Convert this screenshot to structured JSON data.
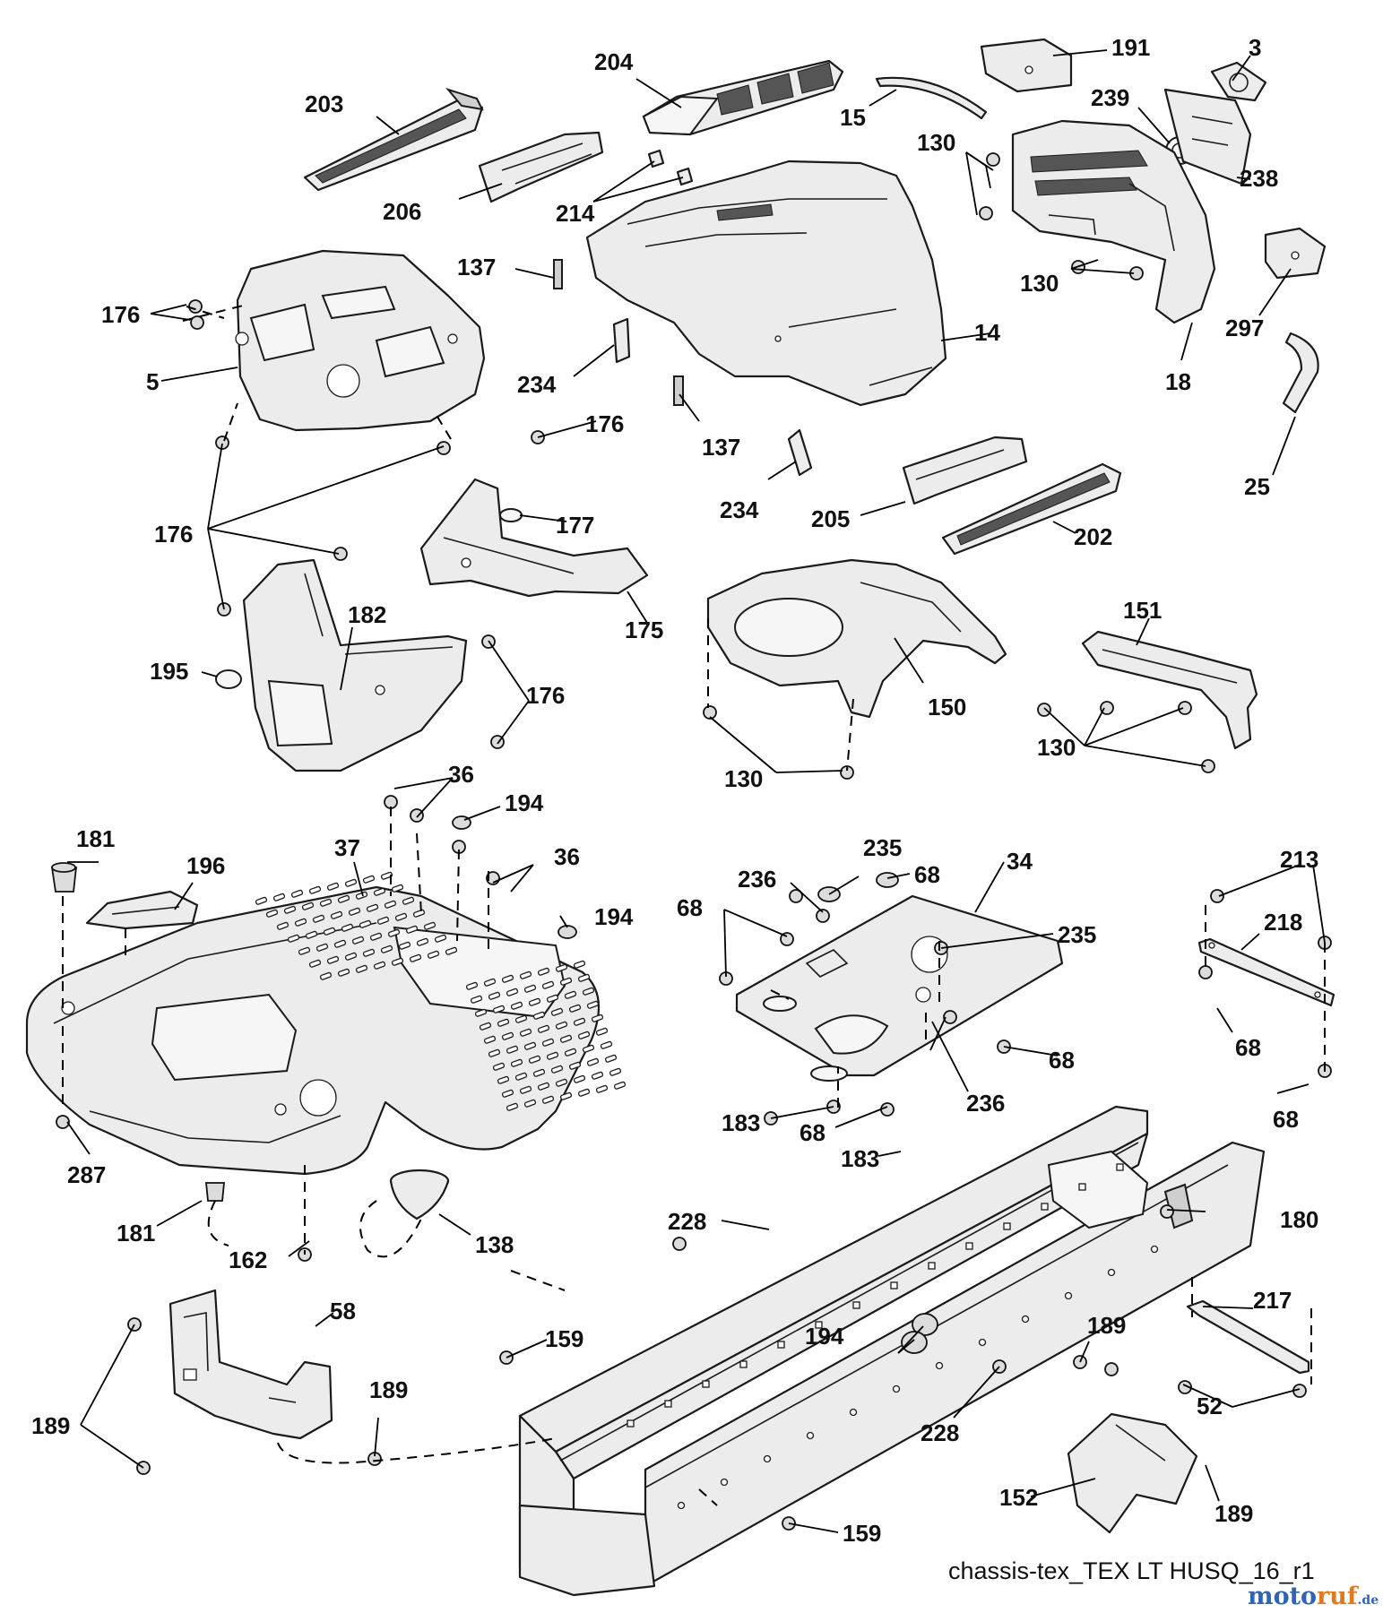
{
  "callouts": {
    "c204": "204",
    "c191": "191",
    "c3": "3",
    "c203": "203",
    "c15": "15",
    "c239": "239",
    "c130_a": "130",
    "c238": "238",
    "c206": "206",
    "c214": "214",
    "c137_a": "137",
    "c176_a": "176",
    "c130_b": "130",
    "c297": "297",
    "c14": "14",
    "c5": "5",
    "c234_a": "234",
    "c18": "18",
    "c176_b": "176",
    "c137_b": "137",
    "c25": "25",
    "c234_b": "234",
    "c205": "205",
    "c176_c": "176",
    "c177": "177",
    "c202": "202",
    "c151": "151",
    "c182": "182",
    "c175": "175",
    "c195": "195",
    "c176_d": "176",
    "c150": "150",
    "c130_c": "130",
    "c130_d": "130",
    "c36_a": "36",
    "c194_a": "194",
    "c181_a": "181",
    "c235_a": "235",
    "c37": "37",
    "c36_b": "36",
    "c196": "196",
    "c34": "34",
    "c213": "213",
    "c236_a": "236",
    "c68_a": "68",
    "c68_b": "68",
    "c194_b": "194",
    "c218": "218",
    "c235_b": "235",
    "c68_c": "68",
    "c68_d": "68",
    "c287": "287",
    "c236_b": "236",
    "c183_a": "183",
    "c68_e": "68",
    "c68_f": "68",
    "c183_b": "183",
    "c181_b": "181",
    "c138": "138",
    "c228_a": "228",
    "c180": "180",
    "c162": "162",
    "c58": "58",
    "c217": "217",
    "c159_a": "159",
    "c189_a": "189",
    "c194_c": "194",
    "c189_b": "189",
    "c189_c": "189",
    "c52": "52",
    "c228_b": "228",
    "c152": "152",
    "c189_d": "189",
    "c159_b": "159"
  },
  "caption": "chassis-tex_TEX LT HUSQ_16_r1",
  "watermark": {
    "main": "moto",
    "accent": "ruf",
    "tld": ".de"
  }
}
